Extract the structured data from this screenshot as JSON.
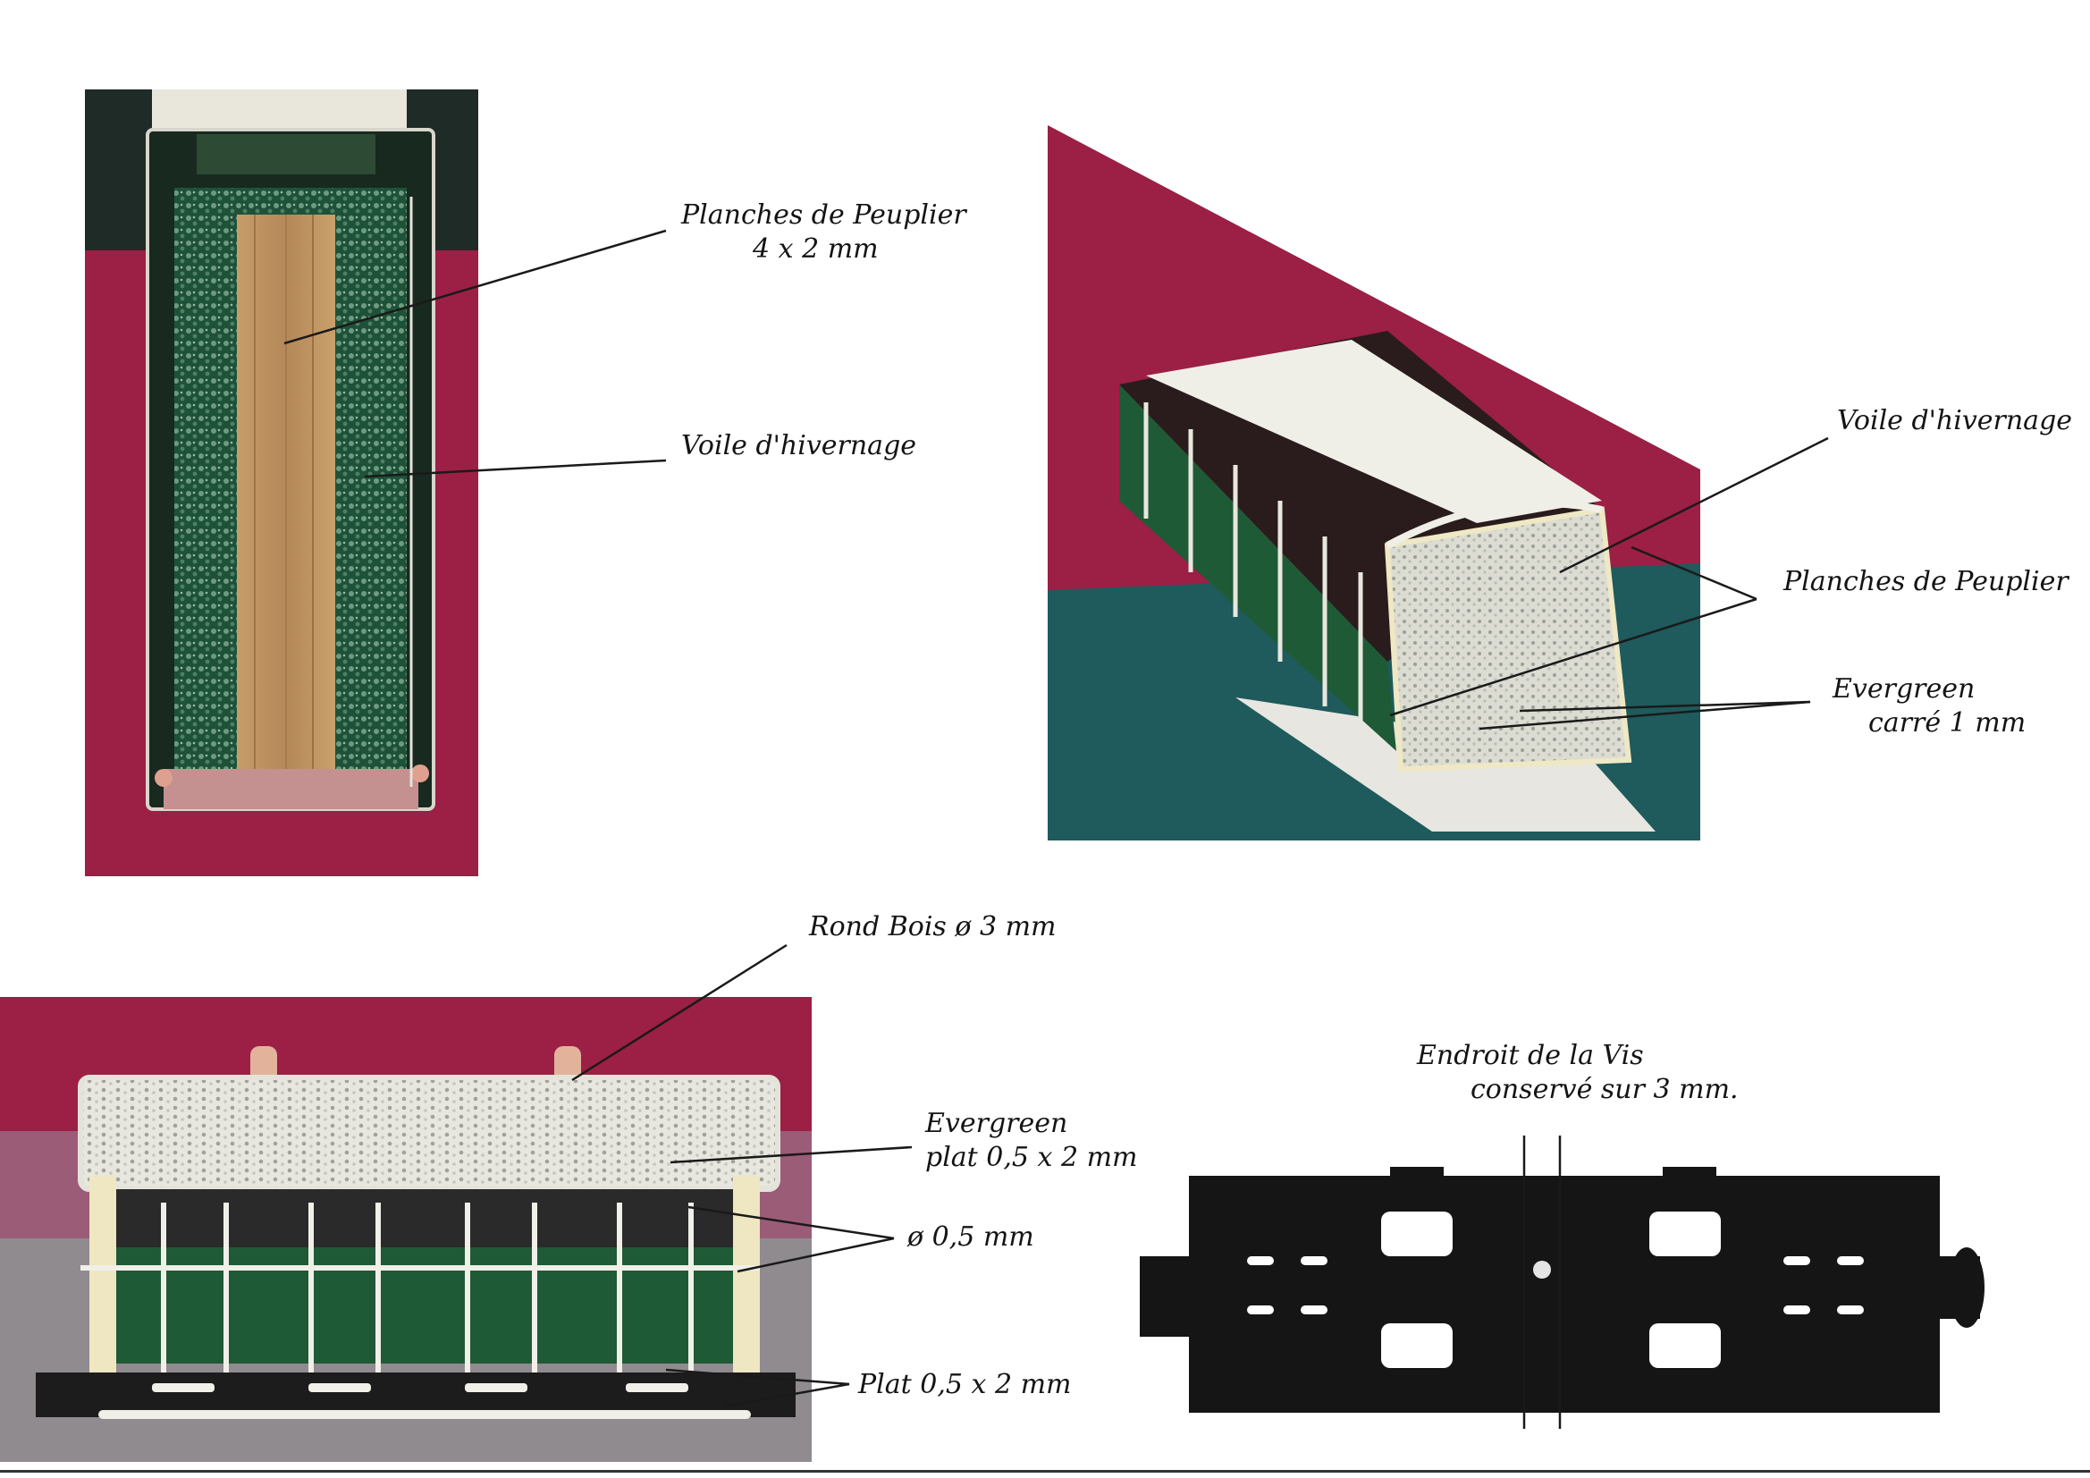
{
  "labels": {
    "top_left": {
      "planches_line1": "Planches de Peuplier",
      "planches_line2": "4 x 2 mm",
      "voile": "Voile d'hivernage"
    },
    "top_right": {
      "voile": "Voile d'hivernage",
      "planches": "Planches de Peuplier",
      "evergreen_line1": "Evergreen",
      "evergreen_line2": "carré 1 mm"
    },
    "bottom_left": {
      "rond": "Rond Bois ø 3 mm",
      "evergreen_line1": "Evergreen",
      "evergreen_line2": "plat 0,5 x 2 mm",
      "diam": "ø 0,5 mm",
      "plat": "Plat 0,5 x 2 mm"
    },
    "bottom_right": {
      "endroit_line1": "Endroit de la Vis",
      "endroit_line2": "conservé sur 3 mm."
    }
  },
  "colors": {
    "backdrop_red": "#9c1f45",
    "backdrop_teal": "#1f5a5c",
    "backdrop_dark": "#2c3a33",
    "wagon_green": "#1f5a36",
    "wood": "#b48858",
    "white_part": "#ecebe3",
    "chassis": "#151515"
  }
}
